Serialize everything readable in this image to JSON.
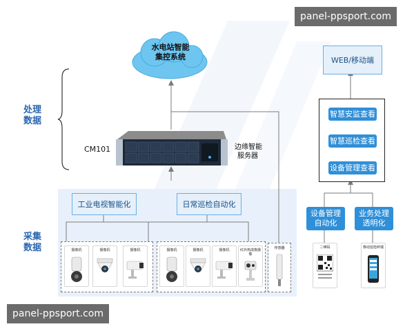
{
  "watermarks": {
    "top": "panel-ppsport.com",
    "bottom": "panel-ppsport.com"
  },
  "cloud": {
    "line1": "水电站智能",
    "line2": "集控系统"
  },
  "web_box": {
    "label": "WEB/移动端"
  },
  "side_labels": {
    "processing": [
      "处理",
      "数据"
    ],
    "collection": [
      "采集",
      "数据"
    ]
  },
  "server": {
    "model": "CM101",
    "name_line1": "边缘智能",
    "name_line2": "服务器"
  },
  "right_panel": {
    "items": [
      "智慧安监查看",
      "智慧巡检查看",
      "设备管理查看"
    ]
  },
  "categories": {
    "industrial_tv": "工业电视智能化",
    "daily_inspection": "日常巡检自动化"
  },
  "management": {
    "device": [
      "设备管理",
      "自动化"
    ],
    "business": [
      "业务处理",
      "透明化"
    ]
  },
  "device_groups": {
    "group1": [
      {
        "caption": "摄像机",
        "icon": "ptz-dome-camera"
      },
      {
        "caption": "摄像机",
        "icon": "dome-camera"
      },
      {
        "caption": "摄像机",
        "icon": "bullet-camera"
      }
    ],
    "group2": [
      {
        "caption": "摄像机",
        "icon": "ptz-dome-camera"
      },
      {
        "caption": "摄像机",
        "icon": "dome-camera"
      },
      {
        "caption": "摄像机",
        "icon": "bullet-camera"
      },
      {
        "caption": "红外热成像摄像",
        "icon": "thermal-camera"
      }
    ],
    "sensor": {
      "caption": "传感器",
      "icon": "sensor-probe"
    }
  },
  "terminals": {
    "qr": {
      "caption": "二维码",
      "icon": "qr-code"
    },
    "phone": {
      "caption": "移动巡检终端",
      "icon": "mobile-terminal"
    }
  },
  "colors": {
    "accent": "#2f8fd8",
    "label": "#2b66b0",
    "band": "#e8f1fb",
    "cloud": "#6ec6f0"
  }
}
